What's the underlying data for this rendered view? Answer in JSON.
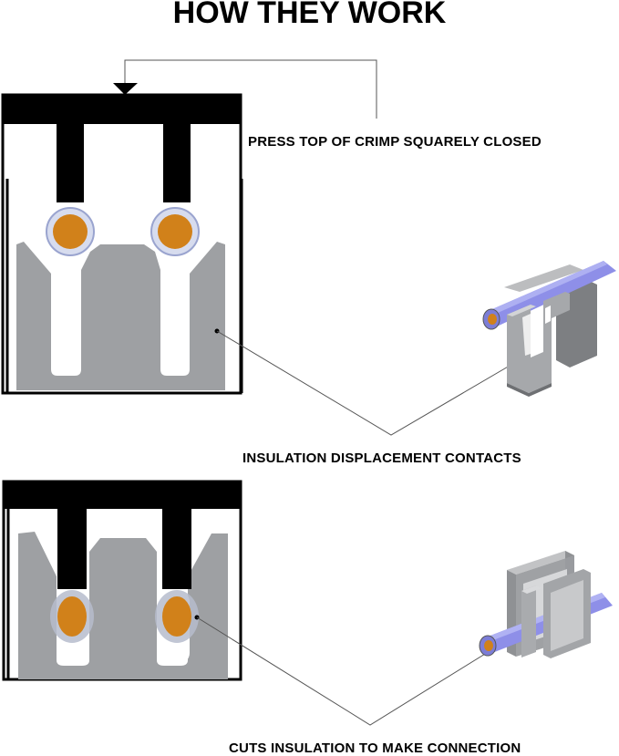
{
  "title": "HOW THEY WORK",
  "labels": {
    "press": "PRESS TOP OF CRIMP SQUARELY CLOSED",
    "idc": "INSULATION DISPLACEMENT CONTACTS",
    "cuts": "CUTS INSULATION TO MAKE CONNECTION"
  },
  "colors": {
    "plate": "#9ea0a3",
    "plate_light": "#c9cacc",
    "ram": "#000000",
    "conductor": "#d1811a",
    "insulation": "#b9c3e6",
    "wire": "#8e8fe8",
    "wire_dark": "#5f60c0"
  }
}
